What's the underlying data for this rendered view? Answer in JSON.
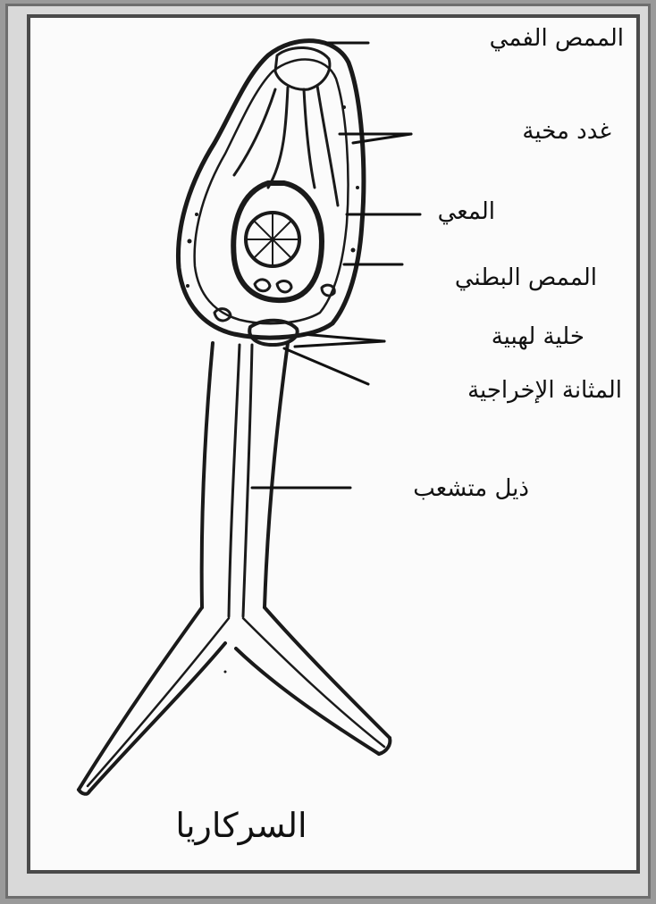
{
  "labels": {
    "oral_sucker": "الممص الفمي",
    "glands": "غدد مخية",
    "intestine": "المعي",
    "ventral_sucker": "الممص البطني",
    "flame_cell": "خلية لهبية",
    "excretory_bladder": "المثانة الإخراجية",
    "forked_tail": "ذيل متشعب"
  },
  "caption": "السركاريا",
  "colors": {
    "ink": "#111111",
    "frame": "#4a4a4a",
    "paper": "#fbfbfb"
  }
}
